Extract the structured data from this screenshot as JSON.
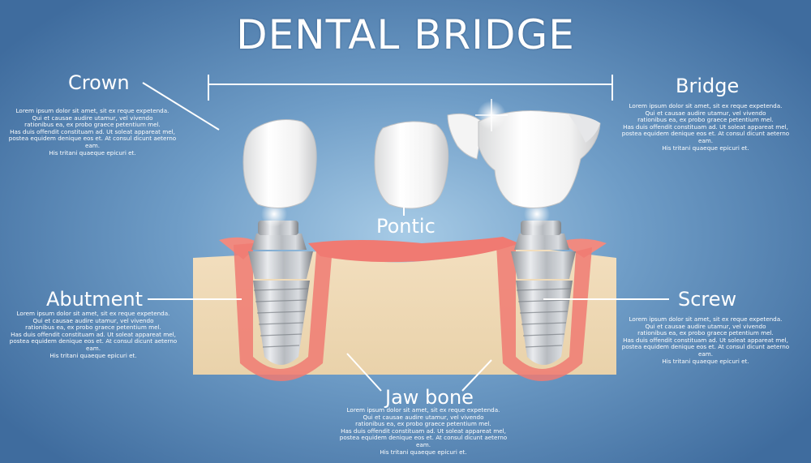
{
  "title": "DENTAL BRIDGE",
  "labels": {
    "crown": "Crown",
    "bridge": "Bridge",
    "pontic": "Pontic",
    "abutment": "Abutment",
    "screw": "Screw",
    "jaw_bone": "Jaw bone"
  },
  "descriptions": {
    "crown": "Lorem ipsum dolor sit amet, sit ex reque expetenda.\nQui et causae audire utamur, vel vivendo\nrationibus ea, ex probo graece petentium mel.\nHas duis offendit constituam ad. Ut soleat appareat mel,\npostea equidem denique eos et. At consul dicunt aeterno eam.\nHis tritani quaeque epicuri et.",
    "bridge": "Lorem ipsum dolor sit amet, sit ex reque expetenda.\nQui et causae audire utamur, vel vivendo\nrationibus ea, ex probo graece petentium mel.\nHas duis offendit constituam ad. Ut soleat appareat mel,\npostea equidem denique eos et. At consul dicunt aeterno eam.\nHis tritani quaeque epicuri et.",
    "abutment": "Lorem ipsum dolor sit amet, sit ex reque expetenda.\nQui et causae audire utamur, vel vivendo\nrationibus ea, ex probo graece petentium mel.\nHas duis offendit constituam ad. Ut soleat appareat mel,\npostea equidem denique eos et. At consul dicunt aeterno eam.\nHis tritani quaeque epicuri et.",
    "screw": "Lorem ipsum dolor sit amet, sit ex reque expetenda.\nQui et causae audire utamur, vel vivendo\nrationibus ea, ex probo graece petentium mel.\nHas duis offendit constituam ad. Ut soleat appareat mel,\npostea equidem denique eos et. At consul dicunt aeterno eam.\nHis tritani quaeque epicuri et.",
    "jaw_bone": "Lorem ipsum dolor sit amet, sit ex reque expetenda.\nQui et causae audire utamur, vel vivendo\nrationibus ea, ex probo graece petentium mel.\nHas duis offendit constituam ad. Ut soleat appareat mel,\npostea equidem denique eos et. At consul dicunt aeterno eam.\nHis tritani quaeque epicuri et."
  },
  "colors": {
    "background": "#6f9dc7",
    "bone": "#efd9b6",
    "gum": "#f07a72",
    "metal": "#c9ccd0",
    "crown": "#f3f3f3",
    "text": "#ffffff"
  }
}
